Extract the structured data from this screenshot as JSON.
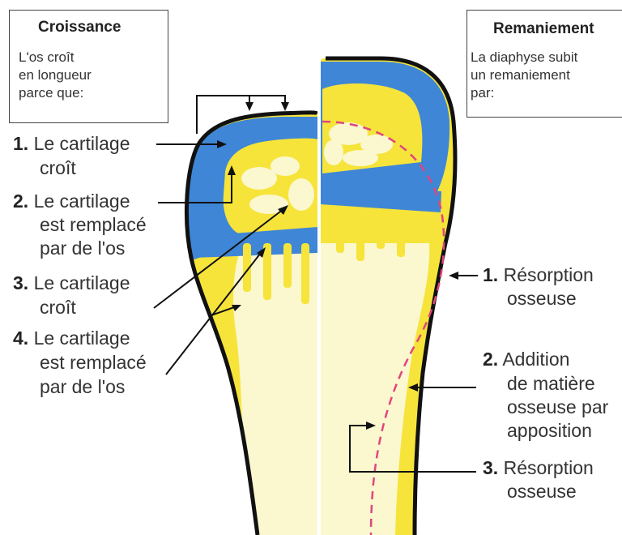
{
  "croissance": {
    "title": "Croissance",
    "lines": [
      "L'os croît",
      "en longueur",
      "parce que:"
    ],
    "items": [
      {
        "num": "1.",
        "lines": [
          "Le cartilage",
          "croît"
        ]
      },
      {
        "num": "2.",
        "lines": [
          "Le cartilage",
          "est remplacé",
          "par de l'os"
        ]
      },
      {
        "num": "3.",
        "lines": [
          "Le cartilage",
          "croît"
        ]
      },
      {
        "num": "4.",
        "lines": [
          "Le cartilage",
          "est remplacé",
          "par de l'os"
        ]
      }
    ]
  },
  "remaniement": {
    "title": "Remaniement",
    "lines": [
      "La diaphyse subit",
      "un remaniement",
      "par:"
    ],
    "items": [
      {
        "num": "1.",
        "lines": [
          "Résorption",
          "osseuse"
        ]
      },
      {
        "num": "2.",
        "lines": [
          "Addition",
          "de matière",
          "osseuse par",
          "apposition"
        ]
      },
      {
        "num": "3.",
        "lines": [
          "Résorption",
          "osseuse"
        ]
      }
    ]
  },
  "colors": {
    "bone_yellow": "#f6e43a",
    "marrow_cream": "#fbf7cf",
    "cartilage_blue": "#3f86d6",
    "outline": "#111111",
    "resorption_line": "#e0457e"
  }
}
